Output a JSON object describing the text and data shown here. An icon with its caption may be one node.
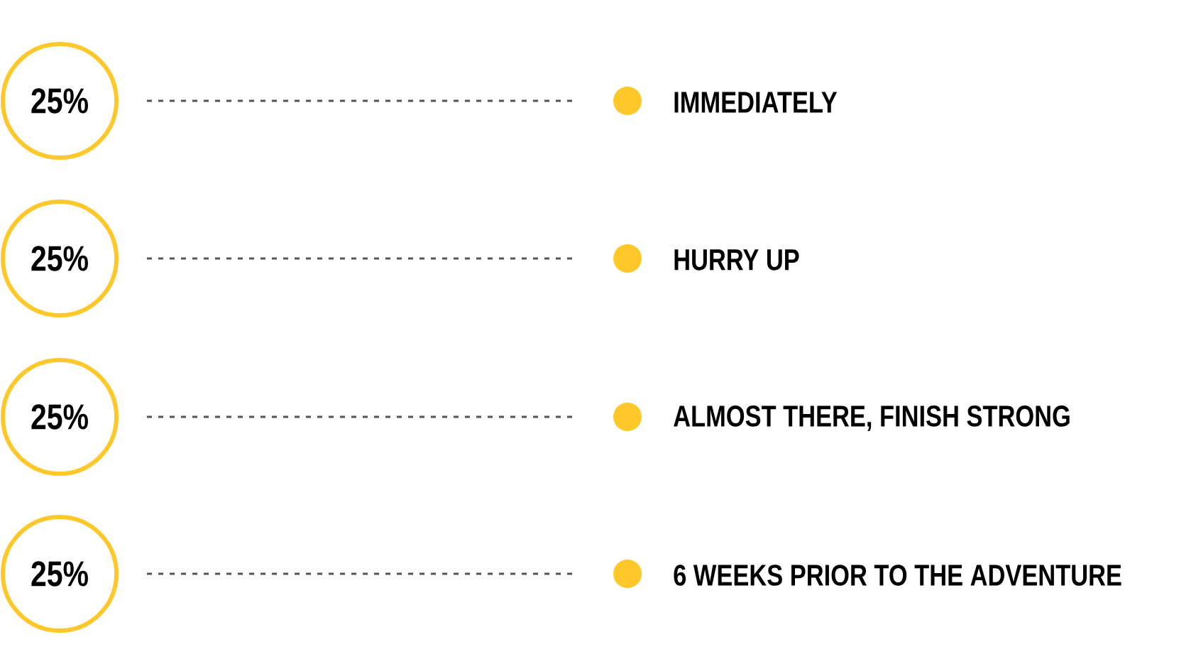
{
  "diagram": {
    "nodes": [
      {
        "text": [
          "25%"
        ]
      },
      {
        "text": [],
        "shape": "circle",
        "beside": [
          "IMMEDIATELY"
        ]
      },
      {
        "text": [
          "25%"
        ]
      },
      {
        "text": [],
        "shape": "circle",
        "beside": [
          "HURRY UP"
        ]
      },
      {
        "text": [
          "25%"
        ]
      },
      {
        "text": [],
        "shape": "circle",
        "beside": [
          "ALMOST THERE, FINISH STRONG"
        ]
      },
      {
        "text": [
          "25%"
        ]
      },
      {
        "text": [],
        "shape": "circle",
        "beside": [
          "6 WEEKS PRIOR TO THE ADVENTURE"
        ]
      }
    ],
    "edges": [
      {
        "from": 0,
        "to": 1,
        "arrow": "none",
        "style": "dashed"
      },
      {
        "from": 2,
        "to": 3,
        "arrow": "none",
        "style": "dashed"
      },
      {
        "from": 4,
        "to": 5,
        "arrow": "none",
        "style": "dashed"
      },
      {
        "from": 6,
        "to": 7,
        "arrow": "none",
        "style": "dashed"
      }
    ]
  }
}
